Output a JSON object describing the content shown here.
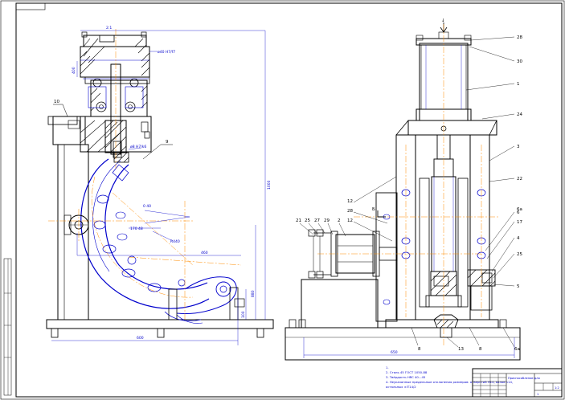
{
  "colors": {
    "outline": "#000000",
    "detail": "#0000cc",
    "axis": "#ff8c00",
    "background": "#ffffff"
  },
  "frame": {
    "stamp_top_left": "                ",
    "side_strip_labels": [
      "",
      "",
      "",
      ""
    ]
  },
  "left_view": {
    "callouts": [
      "10",
      "9"
    ],
    "dimensions": [
      "2:1",
      "400",
      "0 40",
      "170 48",
      "R440",
      "100",
      "1000",
      "600",
      "880",
      "460"
    ],
    "fit_marks": [
      "ø40 H7/f7",
      "ø8 H7/k6"
    ]
  },
  "right_view": {
    "top_arrow": "↓",
    "callouts": [
      "28",
      "30",
      "1",
      "24",
      "3",
      "22",
      "12",
      "28",
      "12",
      "6",
      "21",
      "25",
      "27",
      "29",
      "2",
      "6a",
      "17",
      "4",
      "25",
      "5",
      "8",
      "13",
      "8",
      "6a"
    ],
    "section_mark": "Б",
    "dimensions": [
      "650"
    ]
  },
  "notes": {
    "lines": [
      "1.",
      "2. Сталь 45 ГОСТ 1050-88",
      "3. Твёрдость HRC 40...45",
      "4. Неуказанные предельные отклонения размеров: отверстий H14, валов h14,",
      "   остальных ±IT14/2"
    ]
  },
  "title_block": {
    "designation": "                                  ",
    "name_line1": "Приспособление для",
    "name_line2": "                ",
    "scale": "1:2",
    "sheet": "1"
  }
}
